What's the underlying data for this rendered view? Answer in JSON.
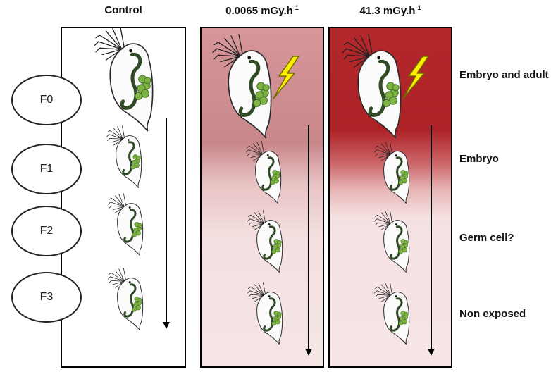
{
  "columns": [
    {
      "title": "Control",
      "unit_sup": ""
    },
    {
      "title": "0.0065 mGy.h",
      "unit_sup": "-1"
    },
    {
      "title": "41.3 mGy.h",
      "unit_sup": "-1"
    }
  ],
  "generations": [
    "F0",
    "F1",
    "F2",
    "F3"
  ],
  "exposure_stages": [
    "Embryo and adult",
    "Embryo",
    "Germ cell?",
    "Non exposed"
  ],
  "colors": {
    "low_dose_top": "#d7979a",
    "high_dose_top": "#b3282b",
    "non_exposed": "#f6e5e5",
    "lightning": "#ffee00",
    "gut": "#2f4a25",
    "eggs": "#7cb342"
  },
  "icons": [
    "daphnia-icon",
    "lightning-bolt-icon",
    "down-arrow-icon"
  ]
}
